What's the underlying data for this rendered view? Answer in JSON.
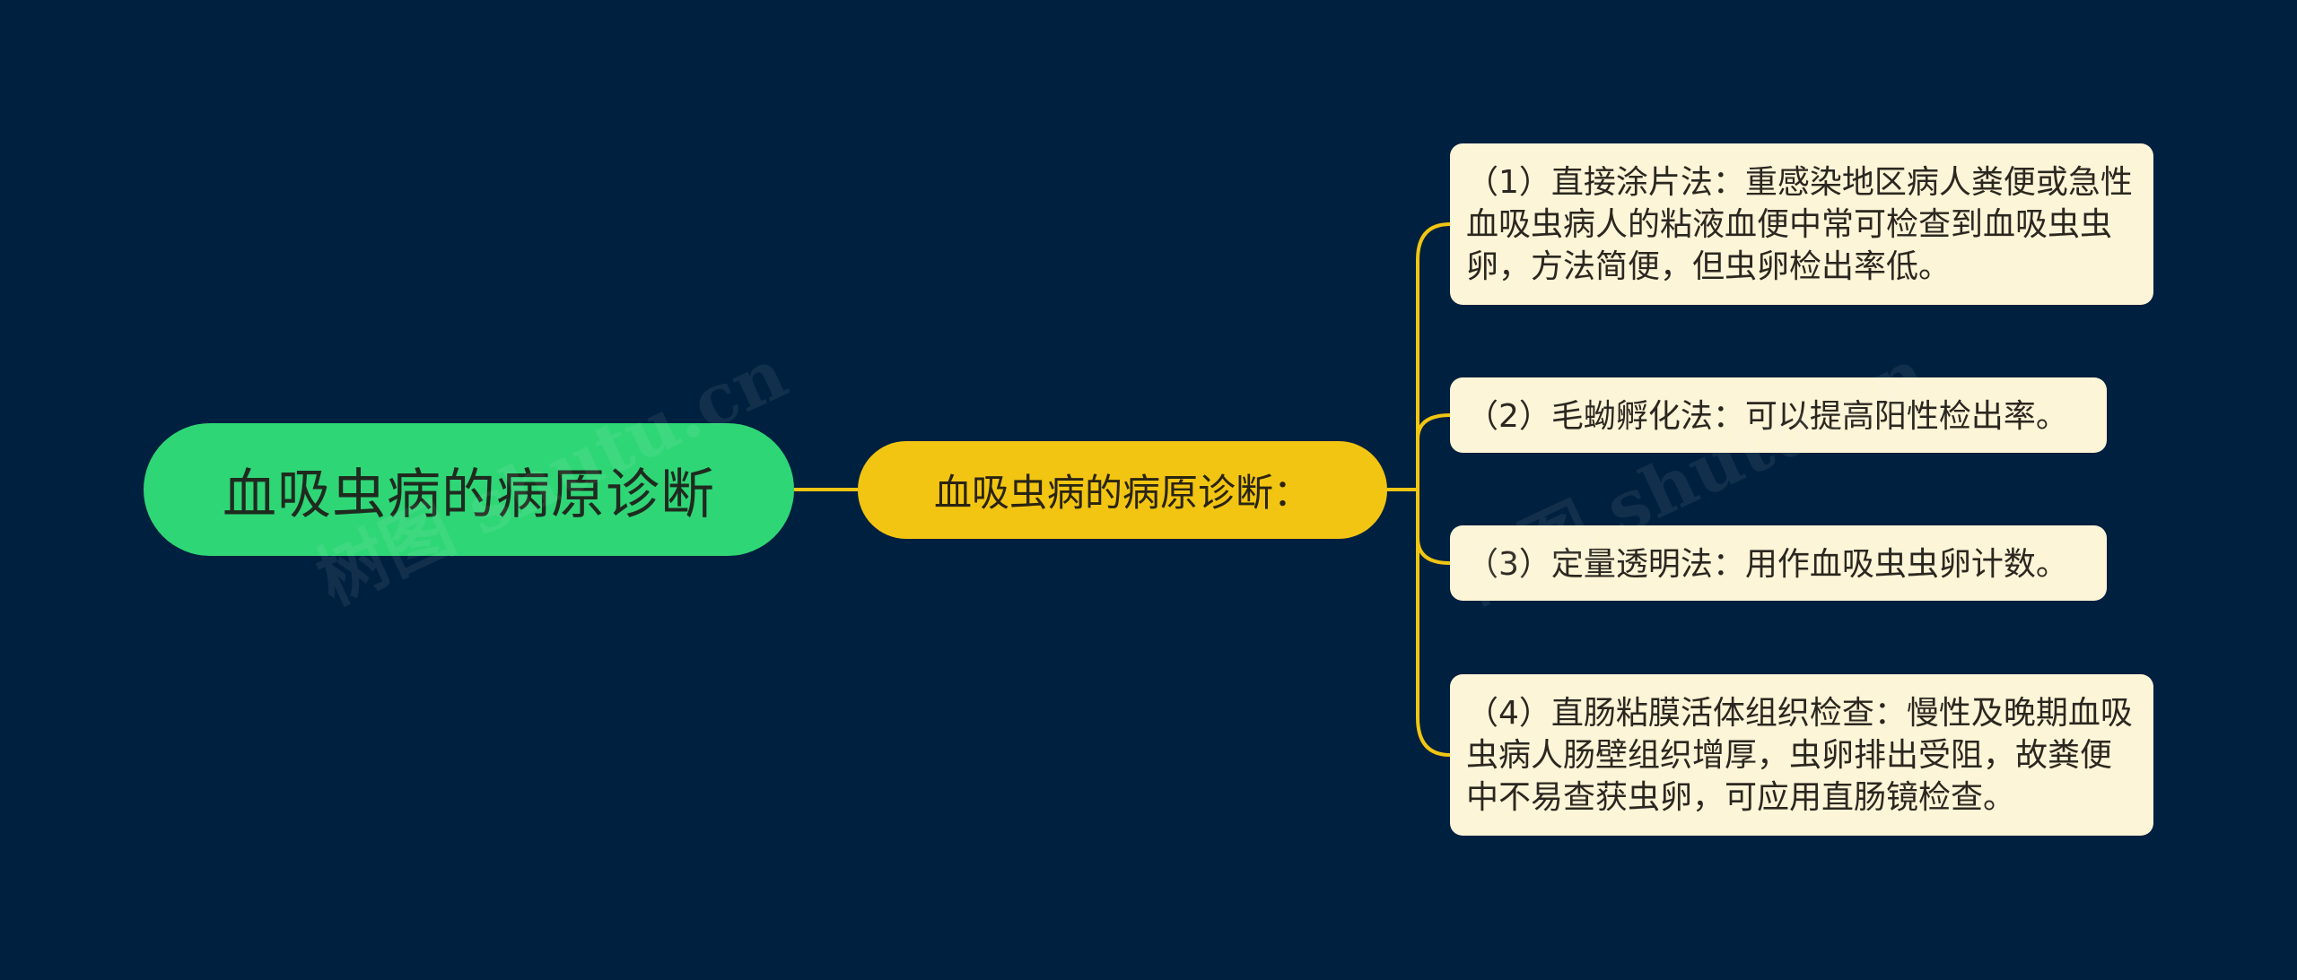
{
  "colors": {
    "background": "#00203f",
    "root_fill": "#2fd676",
    "middle_fill": "#f2c512",
    "leaf_fill": "#fdf5d7",
    "connector": "#f2c512"
  },
  "root": {
    "label": "血吸虫病的病原诊断"
  },
  "middle": {
    "label": "血吸虫病的病原诊断："
  },
  "leaves": [
    {
      "label": "（1）直接涂片法：重感染地区病人粪便或急性血吸虫病人的粘液血便中常可检查到血吸虫虫卵，方法简便，但虫卵检出率低。"
    },
    {
      "label": "（2）毛蚴孵化法：可以提高阳性检出率。"
    },
    {
      "label": "（3）定量透明法：用作血吸虫虫卵计数。"
    },
    {
      "label": "（4）直肠粘膜活体组织检查：慢性及晚期血吸虫病人肠壁组织增厚，虫卵排出受阻，故粪便中不易查获虫卵，可应用直肠镜检查。"
    }
  ],
  "watermark": {
    "text": "树图 shutu.cn"
  }
}
